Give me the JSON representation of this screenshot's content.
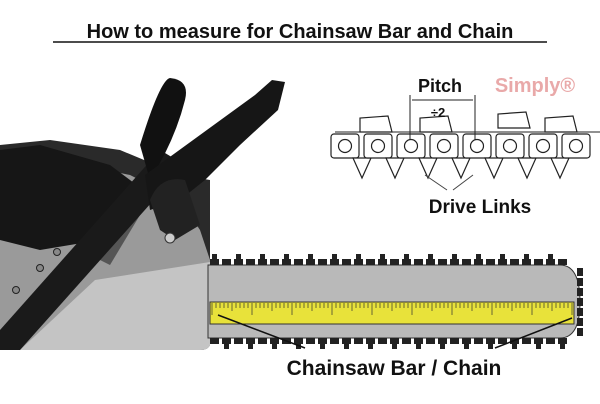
{
  "title": "How to measure for Chainsaw Bar and Chain",
  "pitch_diagram": {
    "pitch_label": "Pitch",
    "divide_label": "÷2",
    "drive_links_label": "Drive Links"
  },
  "bar_label": "Chainsaw Bar / Chain",
  "watermark": "Simply®",
  "colors": {
    "ruler": "#e8e23a",
    "bar": "#b9b9b9",
    "body": "#151515",
    "watermark": "#e9a9a9"
  }
}
